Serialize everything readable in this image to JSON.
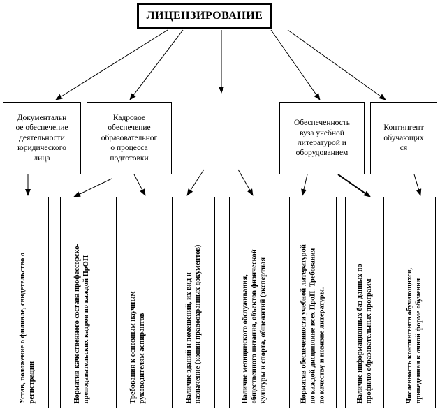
{
  "title": "ЛИЦЕНЗИРОВАНИЕ",
  "categories": [
    {
      "id": "docs",
      "lines": [
        "Документальн",
        "ое обеспечение",
        "деятельности",
        "юридического",
        "лица"
      ]
    },
    {
      "id": "staff",
      "lines": [
        "Кадровое",
        "обеспечение",
        "образовательног",
        "о процесса",
        "подготовки"
      ]
    },
    {
      "id": "literature",
      "lines": [
        "Обеспеченность",
        "вуза учебной",
        "литературой и",
        "оборудованием"
      ]
    },
    {
      "id": "contingent",
      "lines": [
        "Контингент",
        "обучающих",
        "ся"
      ]
    }
  ],
  "items": [
    {
      "id": "charter",
      "lines": [
        "Устав, положение о филиале, свидетельство о",
        "регистрации"
      ]
    },
    {
      "id": "staff-quality",
      "lines": [
        "Норматив качественного состава профессорско-",
        "преподавательских кадров по каждой ПрОП"
      ]
    },
    {
      "id": "supervisors",
      "lines": [
        "Требования к основным научным",
        "руководителям  аспирантов"
      ]
    },
    {
      "id": "buildings",
      "lines": [
        "Наличие зданий и помещений, их вид и",
        "назначение (копии правоохранных документов)"
      ]
    },
    {
      "id": "medical",
      "lines": [
        "Наличие медицинского обслуживания,",
        "общественного питания, объектов физической",
        "культуры и спорта, общежитий (экспертная"
      ]
    },
    {
      "id": "literature-norm",
      "lines": [
        "Норматив обеспеченности учебной литературой",
        "по каждой дисциплине всех ПроП. Требования",
        "по качеству и новизне литературы."
      ]
    },
    {
      "id": "databases",
      "lines": [
        "Наличие информационных баз данных по",
        "профилю образовательных программ"
      ]
    },
    {
      "id": "headcount",
      "lines": [
        "Численность контингента обучающихся,",
        "приведенная к очной форме обучения"
      ]
    }
  ]
}
